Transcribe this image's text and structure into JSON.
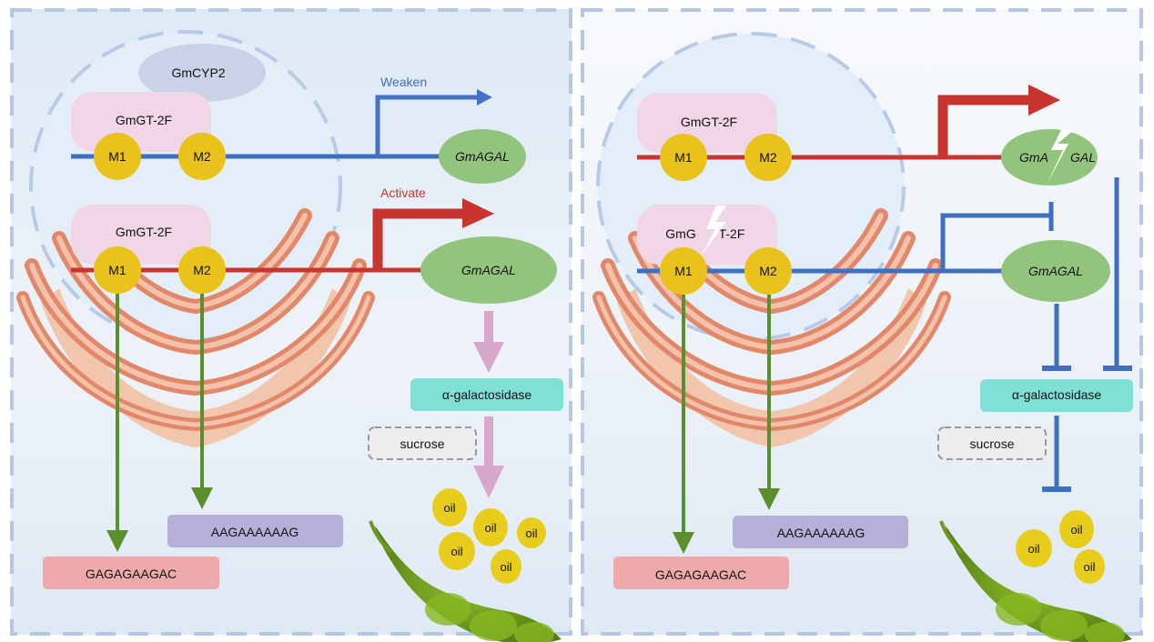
{
  "left_panel": {
    "protein_cyp": "GmCYP2",
    "protein_gt_top": "GmGT-2F",
    "protein_gt_bottom": "GmGT-2F",
    "m1": "M1",
    "m2": "M2",
    "weaken_label": "Weaken",
    "activate_label": "Activate",
    "gene_top": "GmAGAL",
    "gene_bottom": "GmAGAL",
    "enzyme": "α-galactosidase",
    "sucrose": "sucrose",
    "oil": [
      "oil",
      "oil",
      "oil",
      "oil",
      "oil"
    ],
    "seq_purple": "AAGAAAAAAG",
    "seq_pink": "GAGAGAAGAC"
  },
  "right_panel": {
    "protein_gt_top": "GmGT-2F",
    "protein_gt_bottom_a": "GmG",
    "protein_gt_bottom_b": "T-2F",
    "m1": "M1",
    "m2": "M2",
    "gene_top_a": "GmA",
    "gene_top_b": "GAL",
    "gene_bottom": "GmAGAL",
    "enzyme": "α-galactosidase",
    "sucrose": "sucrose",
    "oil": [
      "oil",
      "oil",
      "oil"
    ],
    "seq_purple": "AAGAAAAAAG",
    "seq_pink": "GAGAGAAGAC"
  },
  "colors": {
    "blue": "#3f6fbf",
    "red": "#c8352e",
    "green_arrow": "#5a8f2e",
    "yellow": "#e9c21b",
    "gene_green": "#93c47d",
    "pink_arrow": "#d8a8cc",
    "teal": "#7fe0d6",
    "purple": "#b4b0d8",
    "pink_box": "#eeaaaa",
    "protein_pink": "#f0d6e6"
  }
}
